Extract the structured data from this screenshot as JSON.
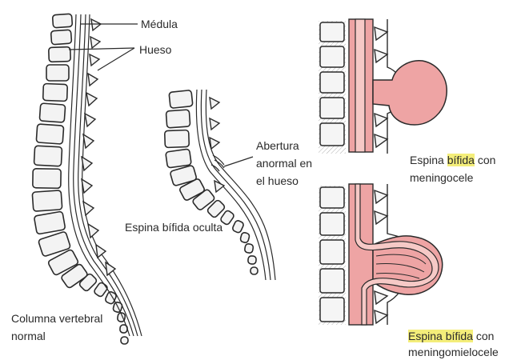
{
  "labels": {
    "medula": "Médula",
    "hueso": "Hueso",
    "abertura_line1": "Abertura",
    "abertura_line2": "anormal en",
    "abertura_line3": "el hueso",
    "oculta": "Espina bífida oculta",
    "normal_line1": "Columna vertebral",
    "normal_line2": "normal",
    "meningocele_pre": "Espina ",
    "meningocele_hl": "bífida",
    "meningocele_post": " con",
    "meningocele_line2": "meningocele",
    "mielo_hl": "Espina bífida",
    "mielo_post": " con",
    "mielo_line2": "meningomielocele"
  },
  "colors": {
    "ink": "#2a2a2a",
    "membrane_pink": "#eea4a4",
    "membrane_pink_light": "#f6c9c6",
    "bone_shade": "#e9e9e9",
    "highlight": "#f4ee7a"
  }
}
